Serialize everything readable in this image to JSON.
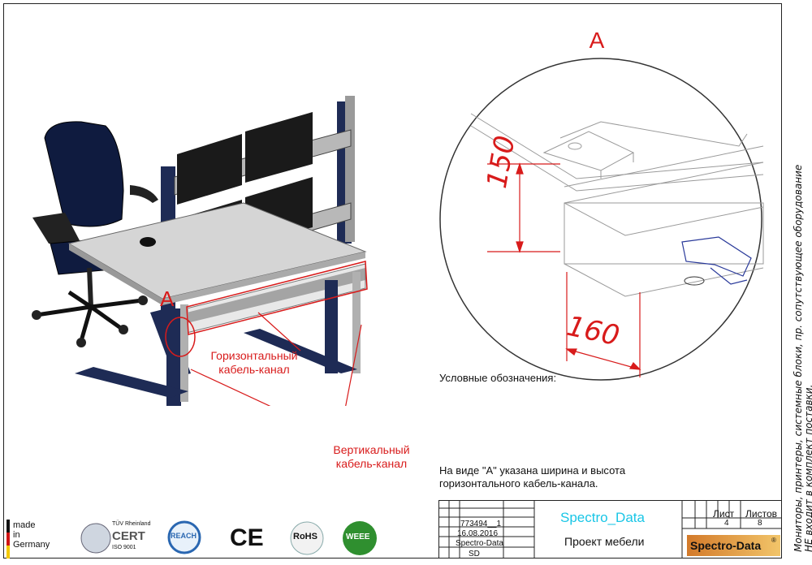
{
  "drawing": {
    "detail_label": "A",
    "marker_label": "A",
    "dim_height": "150",
    "dim_width": "160",
    "label_horizontal_line1": "Горизонтальный",
    "label_horizontal_line2": "кабель-канал",
    "label_vertical_line1": "Вертикальный",
    "label_vertical_line2": "кабель-канал"
  },
  "side_note": {
    "line1": "Мониторы, принтеры, системные блоки, пр. сопутствующее оборудование",
    "line2": "НЕ входит в комплект поставки."
  },
  "legend": {
    "title": "Условные обозначения:",
    "text": "На виде \"А\" указана ширина и высота горизонтального кабель-канала."
  },
  "title_block": {
    "doc_number": "773494__1",
    "date": "16.08.2016",
    "company_small": "Spectro-Data",
    "code": "SD",
    "brand": "Spectro_Data",
    "project_title": "Проект мебели",
    "sheet_label": "Лист",
    "sheets_label": "Листов",
    "sheet_value": "4",
    "sheets_value": "8",
    "logo_text": "Spectro-Data",
    "logo_reg": "®"
  },
  "logos": {
    "made_in_line1": "made",
    "made_in_line2": "in",
    "made_in_line3": "Germany",
    "cert_small": "TÜV Rheinland",
    "cert_main": "CERT",
    "cert_iso": "ISO 9001",
    "reach": "REACH",
    "ce": "CE",
    "rohs": "RoHS",
    "weee": "WEEE"
  },
  "colors": {
    "red": "#d81b1b",
    "frame_blue": "#1e2b55",
    "brand_cyan": "#19c6e6",
    "weee_green": "#2f8f2f"
  }
}
